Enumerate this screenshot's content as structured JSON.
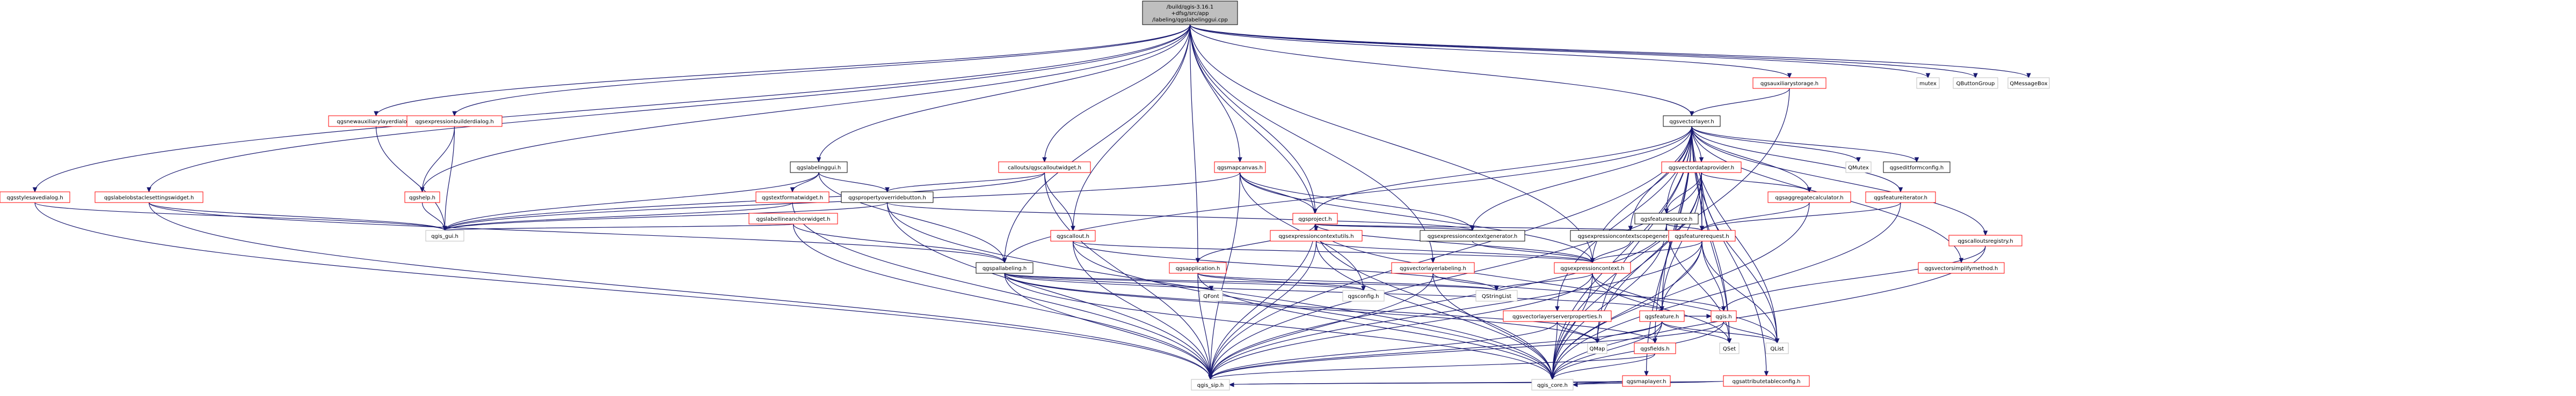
{
  "diagram": {
    "nodes": [
      {
        "id": "root",
        "lines": [
          "/build/qgis-3.16.1",
          "+dfsg/src/app",
          "/labeling/qgslabelinggui.cpp"
        ],
        "style": "root"
      },
      {
        "id": "mutex",
        "lines": [
          "mutex"
        ],
        "style": "gray"
      },
      {
        "id": "qbuttongroup",
        "lines": [
          "QButtonGroup"
        ],
        "style": "gray"
      },
      {
        "id": "qmessagebox",
        "lines": [
          "QMessageBox"
        ],
        "style": "gray"
      },
      {
        "id": "qgsauxiliarystorage",
        "lines": [
          "qgsauxiliarystorage.h"
        ],
        "style": "red"
      },
      {
        "id": "qgsvectorlayer",
        "lines": [
          "qgsvectorlayer.h"
        ],
        "style": "normal"
      },
      {
        "id": "qgsnewauxiliarylayerdialog",
        "lines": [
          "qgsnewauxiliarylayerdialog.h"
        ],
        "style": "red"
      },
      {
        "id": "qgsexpressionbuilderdialog",
        "lines": [
          "qgsexpressionbuilderdialog.h"
        ],
        "style": "red"
      },
      {
        "id": "qgslabelinggui",
        "lines": [
          "qgslabelinggui.h"
        ],
        "style": "normal"
      },
      {
        "id": "qgscalloutwidget",
        "lines": [
          "callouts/qgscalloutwidget.h"
        ],
        "style": "red"
      },
      {
        "id": "qgsmapcanvas",
        "lines": [
          "qgsmapcanvas.h"
        ],
        "style": "red"
      },
      {
        "id": "qmutex",
        "lines": [
          "QMutex"
        ],
        "style": "gray"
      },
      {
        "id": "qgseditformconfig",
        "lines": [
          "qgseditformconfig.h"
        ],
        "style": "normal"
      },
      {
        "id": "qgsvectordataprovider",
        "lines": [
          "qgsvectordataprovider.h"
        ],
        "style": "red"
      },
      {
        "id": "qgsaggregatecalculator",
        "lines": [
          "qgsaggregatecalculator.h"
        ],
        "style": "red"
      },
      {
        "id": "qgsfeatureiterator",
        "lines": [
          "qgsfeatureiterator.h"
        ],
        "style": "red"
      },
      {
        "id": "qgscalloutsregistry",
        "lines": [
          "qgscalloutsregistry.h"
        ],
        "style": "red"
      },
      {
        "id": "qgsstylesavedialog",
        "lines": [
          "qgsstylesavedialog.h"
        ],
        "style": "red"
      },
      {
        "id": "qgslabelobstaclesettingswidget",
        "lines": [
          "qgslabelobstaclesettingswidget.h"
        ],
        "style": "red"
      },
      {
        "id": "qgshelp",
        "lines": [
          "qgshelp.h"
        ],
        "style": "red"
      },
      {
        "id": "qgstextformatwidget",
        "lines": [
          "qgstextformatwidget.h"
        ],
        "style": "red"
      },
      {
        "id": "qgspropertyoverridebutton",
        "lines": [
          "qgspropertyoverridebutton.h"
        ],
        "style": "normal"
      },
      {
        "id": "qgslabellineanchorwidget",
        "lines": [
          "qgslabellineanchorwidget.h"
        ],
        "style": "red"
      },
      {
        "id": "qgsproject",
        "lines": [
          "qgsproject.h"
        ],
        "style": "red"
      },
      {
        "id": "qgsfeaturesource",
        "lines": [
          "qgsfeaturesource.h"
        ],
        "style": "normal"
      },
      {
        "id": "qgs_gui",
        "lines": [
          "qgis_gui.h"
        ],
        "style": "gray"
      },
      {
        "id": "qgsexpressioncontextgenerator",
        "lines": [
          "qgsexpressioncontextgenerator.h"
        ],
        "style": "normal"
      },
      {
        "id": "qgsexpressioncontextscopegenerator",
        "lines": [
          "qgsexpressioncontextscopegenerator.h"
        ],
        "style": "normal"
      },
      {
        "id": "qgsfeaturerequest",
        "lines": [
          "qgsfeaturerequest.h"
        ],
        "style": "red"
      },
      {
        "id": "qgsexpressioncontextutils",
        "lines": [
          "qgsexpressioncontextutils.h"
        ],
        "style": "red"
      },
      {
        "id": "qgscallout",
        "lines": [
          "qgscallout.h"
        ],
        "style": "red"
      },
      {
        "id": "qgspallabeling",
        "lines": [
          "qgspallabeling.h"
        ],
        "style": "normal"
      },
      {
        "id": "qgsapplication",
        "lines": [
          "qgsapplication.h"
        ],
        "style": "red"
      },
      {
        "id": "qgsvectorlayerlabeling",
        "lines": [
          "qgsvectorlayerlabeling.h"
        ],
        "style": "red"
      },
      {
        "id": "qgsexpressioncontext",
        "lines": [
          "qgsexpressioncontext.h"
        ],
        "style": "red"
      },
      {
        "id": "qgsvectorsimplifymethod",
        "lines": [
          "qgsvectorsimplifymethod.h"
        ],
        "style": "red"
      },
      {
        "id": "qgsconfig",
        "lines": [
          "qgsconfig.h"
        ],
        "style": "gray"
      },
      {
        "id": "qstringlist",
        "lines": [
          "QStringList"
        ],
        "style": "gray"
      },
      {
        "id": "qfont",
        "lines": [
          "QFont"
        ],
        "style": "gray"
      },
      {
        "id": "qgsvectorlayerserverproperties",
        "lines": [
          "qgsvectorlayerserverproperties.h"
        ],
        "style": "red"
      },
      {
        "id": "qgsfeature",
        "lines": [
          "qgsfeature.h"
        ],
        "style": "red"
      },
      {
        "id": "qgis",
        "lines": [
          "qgis.h"
        ],
        "style": "red"
      },
      {
        "id": "qmap",
        "lines": [
          "QMap"
        ],
        "style": "gray"
      },
      {
        "id": "qgsfields",
        "lines": [
          "qgsfields.h"
        ],
        "style": "red"
      },
      {
        "id": "qset",
        "lines": [
          "QSet"
        ],
        "style": "gray"
      },
      {
        "id": "qlist",
        "lines": [
          "QList"
        ],
        "style": "gray"
      },
      {
        "id": "qgsmaplayer",
        "lines": [
          "qgsmaplayer.h"
        ],
        "style": "red"
      },
      {
        "id": "qgsattributetableconfig",
        "lines": [
          "qgsattributetableconfig.h"
        ],
        "style": "red"
      },
      {
        "id": "qgis_sip",
        "lines": [
          "qgis_sip.h"
        ],
        "style": "gray"
      },
      {
        "id": "qgis_core",
        "lines": [
          "qgis_core.h"
        ],
        "style": "gray"
      }
    ],
    "edges": [
      [
        "root",
        "mutex"
      ],
      [
        "root",
        "qbuttongroup"
      ],
      [
        "root",
        "qmessagebox"
      ],
      [
        "root",
        "qgsauxiliarystorage"
      ],
      [
        "root",
        "qgsvectorlayer"
      ],
      [
        "root",
        "qgsnewauxiliarylayerdialog"
      ],
      [
        "root",
        "qgsexpressionbuilderdialog"
      ],
      [
        "root",
        "qgslabelinggui"
      ],
      [
        "root",
        "qgscalloutwidget"
      ],
      [
        "root",
        "qgsmapcanvas"
      ],
      [
        "root",
        "qgsstylesavedialog"
      ],
      [
        "root",
        "qgslabelobstaclesettingswidget"
      ],
      [
        "root",
        "qgshelp"
      ],
      [
        "root",
        "qgsproject"
      ],
      [
        "root",
        "qgsexpressioncontextutils"
      ],
      [
        "root",
        "qgscallout"
      ],
      [
        "root",
        "qgspallabeling"
      ],
      [
        "root",
        "qgsapplication"
      ],
      [
        "root",
        "qgsvectorlayerlabeling"
      ],
      [
        "root",
        "qgsexpressioncontext"
      ],
      [
        "qgsauxiliarystorage",
        "qgsvectorlayer"
      ],
      [
        "qgsauxiliarystorage",
        "qgis_core"
      ],
      [
        "qgsvectorlayer",
        "qmutex"
      ],
      [
        "qgsvectorlayer",
        "qgseditformconfig"
      ],
      [
        "qgsvectorlayer",
        "qgsvectordataprovider"
      ],
      [
        "qgsvectorlayer",
        "qgsaggregatecalculator"
      ],
      [
        "qgsvectorlayer",
        "qgsfeatureiterator"
      ],
      [
        "qgsvectorlayer",
        "qgscalloutsregistry"
      ],
      [
        "qgsvectorlayer",
        "qgsfeaturesource"
      ],
      [
        "qgsvectorlayer",
        "qgsfeaturerequest"
      ],
      [
        "qgsvectorlayer",
        "qgsexpressioncontextgenerator"
      ],
      [
        "qgsvectorlayer",
        "qgsexpressioncontextscopegenerator"
      ],
      [
        "qgsvectorlayer",
        "qgsexpressioncontext"
      ],
      [
        "qgsvectorlayer",
        "qgsvectorsimplifymethod"
      ],
      [
        "qgsvectorlayer",
        "qgsvectorlayerserverproperties"
      ],
      [
        "qgsvectorlayer",
        "qgsfeature"
      ],
      [
        "qgsvectorlayer",
        "qgsfields"
      ],
      [
        "qgsvectorlayer",
        "qgsmaplayer"
      ],
      [
        "qgsvectorlayer",
        "qgsattributetableconfig"
      ],
      [
        "qgsvectorlayer",
        "qset"
      ],
      [
        "qgsvectorlayer",
        "qlist"
      ],
      [
        "qgsvectorlayer",
        "qmap"
      ],
      [
        "qgsvectorlayer",
        "qgis_core"
      ],
      [
        "qgsvectorlayer",
        "qgis_sip"
      ],
      [
        "qgsvectorlayer",
        "qgspallabeling"
      ],
      [
        "qgsvectorlayer",
        "qgsproject"
      ],
      [
        "qgsnewauxiliarylayerdialog",
        "qgs_gui"
      ],
      [
        "qgsexpressionbuilderdialog",
        "qgshelp"
      ],
      [
        "qgsexpressionbuilderdialog",
        "qgs_gui"
      ],
      [
        "qgslabelinggui",
        "qgstextformatwidget"
      ],
      [
        "qgslabelinggui",
        "qgspropertyoverridebutton"
      ],
      [
        "qgslabelinggui",
        "qgspallabeling"
      ],
      [
        "qgslabelinggui",
        "qgs_gui"
      ],
      [
        "qgscalloutwidget",
        "qgspropertyoverridebutton"
      ],
      [
        "qgscalloutwidget",
        "qgscallout"
      ],
      [
        "qgscalloutwidget",
        "qgs_gui"
      ],
      [
        "qgscalloutwidget",
        "qgis_sip"
      ],
      [
        "qgsmapcanvas",
        "qgsproject"
      ],
      [
        "qgsmapcanvas",
        "qgs_gui"
      ],
      [
        "qgsmapcanvas",
        "qgsexpressioncontext"
      ],
      [
        "qgsmapcanvas",
        "qgsexpressioncontextgenerator"
      ],
      [
        "qgsmapcanvas",
        "qgis_sip"
      ],
      [
        "qgsmapcanvas",
        "qgsconfig"
      ],
      [
        "qgsvectordataprovider",
        "qgsfeaturerequest"
      ],
      [
        "qgsvectordataprovider",
        "qgsfeaturesource"
      ],
      [
        "qgsvectordataprovider",
        "qgsaggregatecalculator"
      ],
      [
        "qgsvectordataprovider",
        "qgsfeature"
      ],
      [
        "qgsvectordataprovider",
        "qmap"
      ],
      [
        "qgsvectordataprovider",
        "qset"
      ],
      [
        "qgsvectordataprovider",
        "qlist"
      ],
      [
        "qgsvectordataprovider",
        "qgis_core"
      ],
      [
        "qgsvectordataprovider",
        "qgis_sip"
      ],
      [
        "qgsaggregatecalculator",
        "qgsfeaturerequest"
      ],
      [
        "qgsaggregatecalculator",
        "qgis_core"
      ],
      [
        "qgsfeatureiterator",
        "qgsfeaturerequest"
      ],
      [
        "qgsfeatureiterator",
        "qgis_core"
      ],
      [
        "qgscalloutsregistry",
        "qgis"
      ],
      [
        "qgscalloutsregistry",
        "qgis_core"
      ],
      [
        "qgsstylesavedialog",
        "qgs_gui"
      ],
      [
        "qgsstylesavedialog",
        "qgis_sip"
      ],
      [
        "qgslabelobstaclesettingswidget",
        "qgs_gui"
      ],
      [
        "qgslabelobstaclesettingswidget",
        "qgis_sip"
      ],
      [
        "qgslabelobstaclesettingswidget",
        "qgspallabeling"
      ],
      [
        "qgshelp",
        "qgs_gui"
      ],
      [
        "qgstextformatwidget",
        "qgs_gui"
      ],
      [
        "qgstextformatwidget",
        "qgis_sip"
      ],
      [
        "qgspropertyoverridebutton",
        "qgs_gui"
      ],
      [
        "qgspropertyoverridebutton",
        "qgsexpressioncontextgenerator"
      ],
      [
        "qgspropertyoverridebutton",
        "qgis_sip"
      ],
      [
        "qgspropertyoverridebutton",
        "qgis_core"
      ],
      [
        "qgslabellineanchorwidget",
        "qgspallabeling"
      ],
      [
        "qgslabellineanchorwidget",
        "qgis_sip"
      ],
      [
        "qgslabellineanchorwidget",
        "qgs_gui"
      ],
      [
        "qgsproject",
        "qgsexpressioncontextgenerator"
      ],
      [
        "qgsproject",
        "qgsexpressioncontextscopegenerator"
      ],
      [
        "qgsproject",
        "qgsexpressioncontext"
      ],
      [
        "qgsproject",
        "qgis_sip"
      ],
      [
        "qgsproject",
        "qgis_core"
      ],
      [
        "qgsproject",
        "qlist"
      ],
      [
        "qgsproject",
        "qgsapplication"
      ],
      [
        "qgsfeaturesource",
        "qgsfeaturerequest"
      ],
      [
        "qgsfeaturesource",
        "qset"
      ],
      [
        "qgsfeaturesource",
        "qgis_core"
      ],
      [
        "qgsfeaturesource",
        "qgis_sip"
      ],
      [
        "qgsexpressioncontextgenerator",
        "qgsexpressioncontext"
      ],
      [
        "qgsexpressioncontextscopegenerator",
        "qgsexpressioncontext"
      ],
      [
        "qgsfeaturerequest",
        "qgsfeature"
      ],
      [
        "qgsfeaturerequest",
        "qgsexpressioncontext"
      ],
      [
        "qgsfeaturerequest",
        "qlist"
      ],
      [
        "qgsfeaturerequest",
        "qgis_core"
      ],
      [
        "qgsfeaturerequest",
        "qgis_sip"
      ],
      [
        "qgsfeaturerequest",
        "qgis"
      ],
      [
        "qgsexpressioncontextutils",
        "qgsexpressioncontext"
      ],
      [
        "qgsexpressioncontextutils",
        "qgis_core"
      ],
      [
        "qgsexpressioncontextutils",
        "qgis_sip"
      ],
      [
        "qgscallout",
        "qgsexpressioncontext"
      ],
      [
        "qgscallout",
        "qgis_core"
      ],
      [
        "qgscallout",
        "qgis_sip"
      ],
      [
        "qgscallout",
        "qstringlist"
      ],
      [
        "qgspallabeling",
        "qgsfeature"
      ],
      [
        "qgspallabeling",
        "qgsfields"
      ],
      [
        "qgspallabeling",
        "qmap"
      ],
      [
        "qgspallabeling",
        "qfont"
      ],
      [
        "qgspallabeling",
        "qstringlist"
      ],
      [
        "qgspallabeling",
        "qgis_sip"
      ],
      [
        "qgspallabeling",
        "qgis_core"
      ],
      [
        "qgspallabeling",
        "qgsconfig"
      ],
      [
        "qgsapplication",
        "qgsconfig"
      ],
      [
        "qgsapplication",
        "qgis_core"
      ],
      [
        "qgsapplication",
        "qgis_sip"
      ],
      [
        "qgsapplication",
        "qstringlist"
      ],
      [
        "qgsvectorlayerlabeling",
        "qgis"
      ],
      [
        "qgsvectorlayerlabeling",
        "qgis_core"
      ],
      [
        "qgsvectorlayerlabeling",
        "qgis_sip"
      ],
      [
        "qgsexpressioncontext",
        "qstringlist"
      ],
      [
        "qgsexpressioncontext",
        "qgsfeature"
      ],
      [
        "qgsexpressioncontext",
        "qset"
      ],
      [
        "qgsexpressioncontext",
        "qgis_core"
      ],
      [
        "qgsexpressioncontext",
        "qgis_sip"
      ],
      [
        "qgsvectorlayerserverproperties",
        "qgis_core"
      ],
      [
        "qgsvectorlayerserverproperties",
        "qmap"
      ],
      [
        "qgsvectorlayerserverproperties",
        "qgis_sip"
      ],
      [
        "qgsfeature",
        "qgis"
      ],
      [
        "qgsfeature",
        "qgsfields"
      ],
      [
        "qgsfeature",
        "qmap"
      ],
      [
        "qgsfeature",
        "qset"
      ],
      [
        "qgsfeature",
        "qlist"
      ],
      [
        "qgsfeature",
        "qgis_core"
      ],
      [
        "qgsfeature",
        "qgis_sip"
      ],
      [
        "qgis",
        "qgis_core"
      ],
      [
        "qgis",
        "qgis_sip"
      ],
      [
        "qgis",
        "qlist"
      ],
      [
        "qgsfields",
        "qgis_core"
      ],
      [
        "qgsfields",
        "qgis_sip"
      ],
      [
        "qgsmaplayer",
        "qgis_core"
      ],
      [
        "qgsmaplayer",
        "qgis_sip"
      ],
      [
        "qgsattributetableconfig",
        "qgis_core"
      ],
      [
        "qgsattributetableconfig",
        "qgis_sip"
      ]
    ]
  }
}
